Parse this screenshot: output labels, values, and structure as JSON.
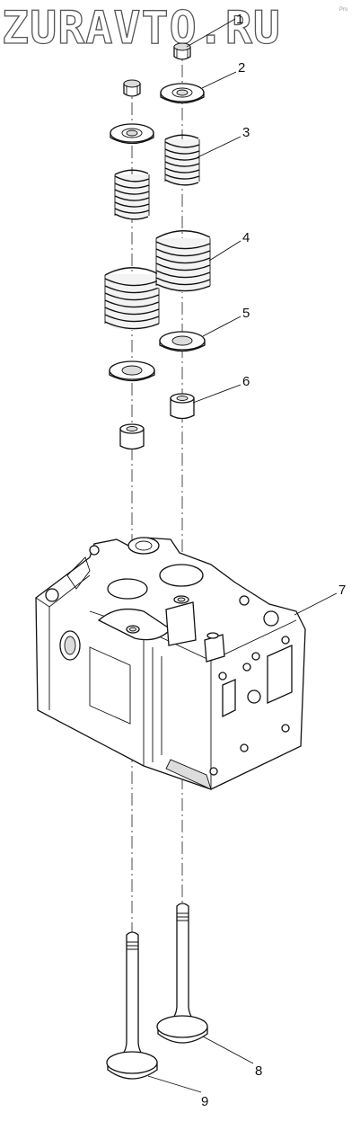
{
  "watermark": {
    "text": "ZURAVTO.RU",
    "small_mark": "Pro"
  },
  "callouts": [
    "1",
    "2",
    "3",
    "4",
    "5",
    "6",
    "7",
    "8",
    "9"
  ],
  "parts": [
    {
      "number": "1",
      "part": "valve-collet"
    },
    {
      "number": "2",
      "part": "upper-spring-retainer"
    },
    {
      "number": "3",
      "part": "inner-valve-spring"
    },
    {
      "number": "4",
      "part": "outer-valve-spring"
    },
    {
      "number": "5",
      "part": "lower-spring-seat"
    },
    {
      "number": "6",
      "part": "valve-stem-seal"
    },
    {
      "number": "7",
      "part": "cylinder-head"
    },
    {
      "number": "8",
      "part": "intake-valve"
    },
    {
      "number": "9",
      "part": "exhaust-valve"
    }
  ]
}
